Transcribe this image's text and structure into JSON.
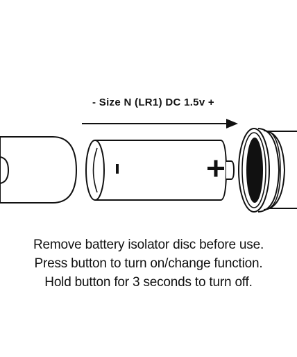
{
  "size_label": "- Size N (LR1) DC 1.5v +",
  "battery": {
    "minus_symbol": "-",
    "plus_symbol": "+"
  },
  "instructions": [
    "Remove battery isolator disc before use.",
    "Press button to turn on/change function.",
    "Hold button for 3 seconds to turn off."
  ],
  "colors": {
    "line": "#111111",
    "background": "#ffffff"
  }
}
